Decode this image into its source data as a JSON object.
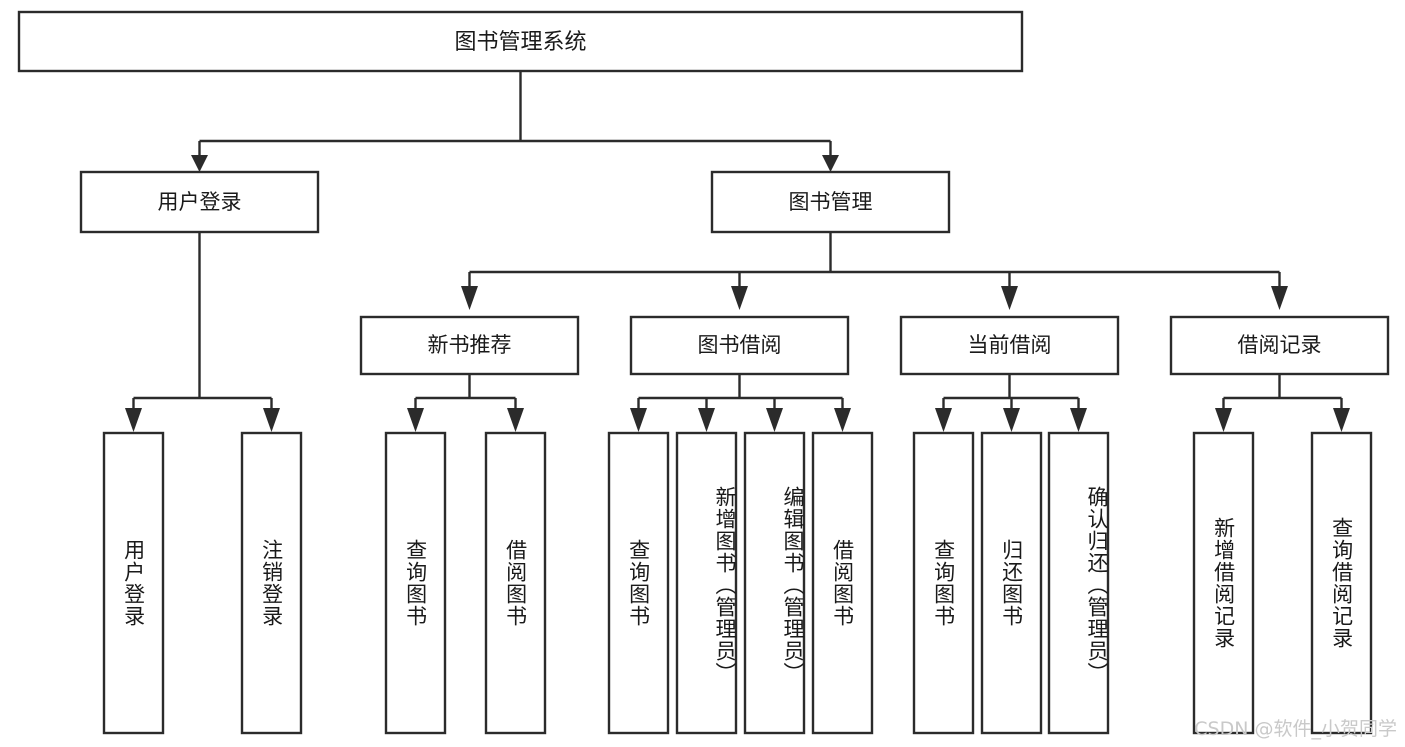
{
  "diagram": {
    "type": "tree",
    "title": "图书管理系统",
    "orientation": "top-down",
    "colors": {
      "background": "#ffffff",
      "stroke": "#2b2b2b",
      "node_fill": "#ffffff",
      "text": "#1a1a1a",
      "watermark": "#c9c9c9"
    },
    "root": {
      "label": "图书管理系统"
    },
    "level2": [
      {
        "label": "用户登录"
      },
      {
        "label": "图书管理"
      }
    ],
    "level3": [
      {
        "label": "新书推荐"
      },
      {
        "label": "图书借阅"
      },
      {
        "label": "当前借阅"
      },
      {
        "label": "借阅记录"
      }
    ],
    "leaves": {
      "user_login": [
        {
          "label": "用户登录"
        },
        {
          "label": "注销登录"
        }
      ],
      "new_book_recommend": [
        {
          "label": "查询图书"
        },
        {
          "label": "借阅图书"
        }
      ],
      "book_borrow": [
        {
          "label": "查询图书"
        },
        {
          "label": "新增图书（管理员）"
        },
        {
          "label": "编辑图书（管理员）"
        },
        {
          "label": "借阅图书"
        }
      ],
      "current_borrow": [
        {
          "label": "查询图书"
        },
        {
          "label": "归还图书"
        },
        {
          "label": "确认归还（管理员）"
        }
      ],
      "borrow_record": [
        {
          "label": "新增借阅记录"
        },
        {
          "label": "查询借阅记录"
        }
      ]
    }
  },
  "watermark": {
    "text": "CSDN @软件_小贺同学"
  }
}
